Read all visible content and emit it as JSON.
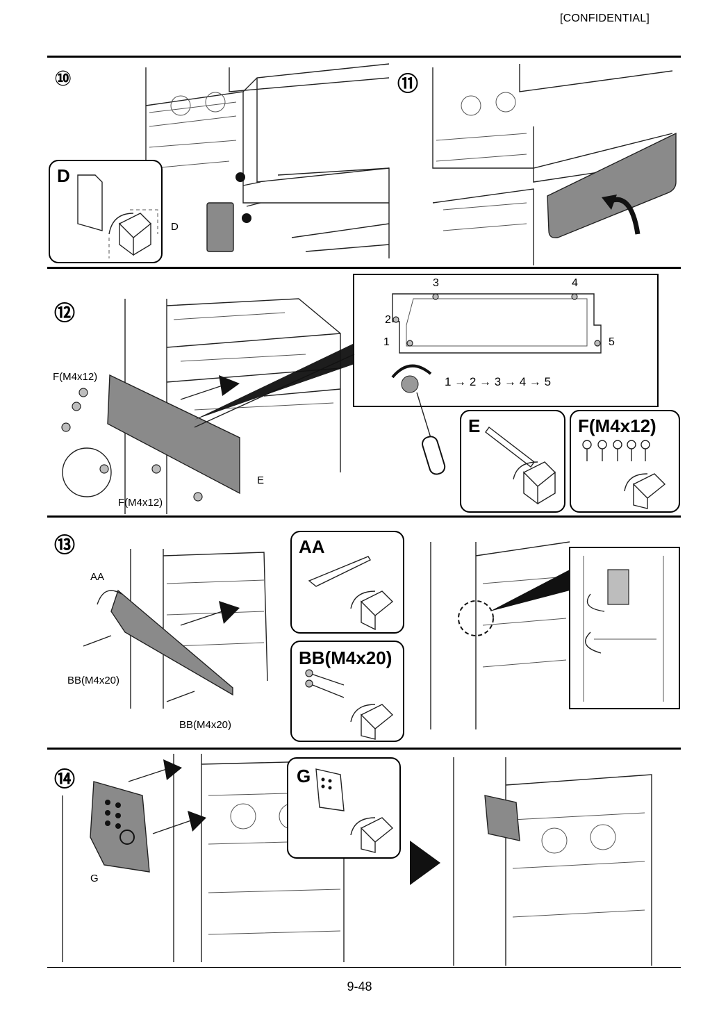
{
  "header": {
    "confidential": "[CONFIDENTIAL]"
  },
  "steps": {
    "s10": {
      "number": "⑩",
      "box_label": "D",
      "callout": "D"
    },
    "s11": {
      "number": "⑪"
    },
    "s12": {
      "number": "⑫",
      "callout_f_top": "F(M4x12)",
      "callout_f_bottom": "F(M4x12)",
      "callout_e": "E",
      "detail_nums": [
        "1",
        "2",
        "3",
        "4",
        "5"
      ],
      "sequence": "1 → 2 → 3 → 4 → 5",
      "box_e": "E",
      "box_f": "F(M4x12)"
    },
    "s13": {
      "number": "⑬",
      "callout_aa": "AA",
      "callout_bb_left": "BB(M4x20)",
      "callout_bb_bottom": "BB(M4x20)",
      "box_aa": "AA",
      "box_bb": "BB(M4x20)"
    },
    "s14": {
      "number": "⑭",
      "callout_g": "G",
      "box_g": "G"
    }
  },
  "footer": {
    "page": "9-48"
  },
  "icons": [
    "open-box-icon",
    "rotate-arrow-icon",
    "screwdriver-icon",
    "next-step-arrow-icon"
  ]
}
